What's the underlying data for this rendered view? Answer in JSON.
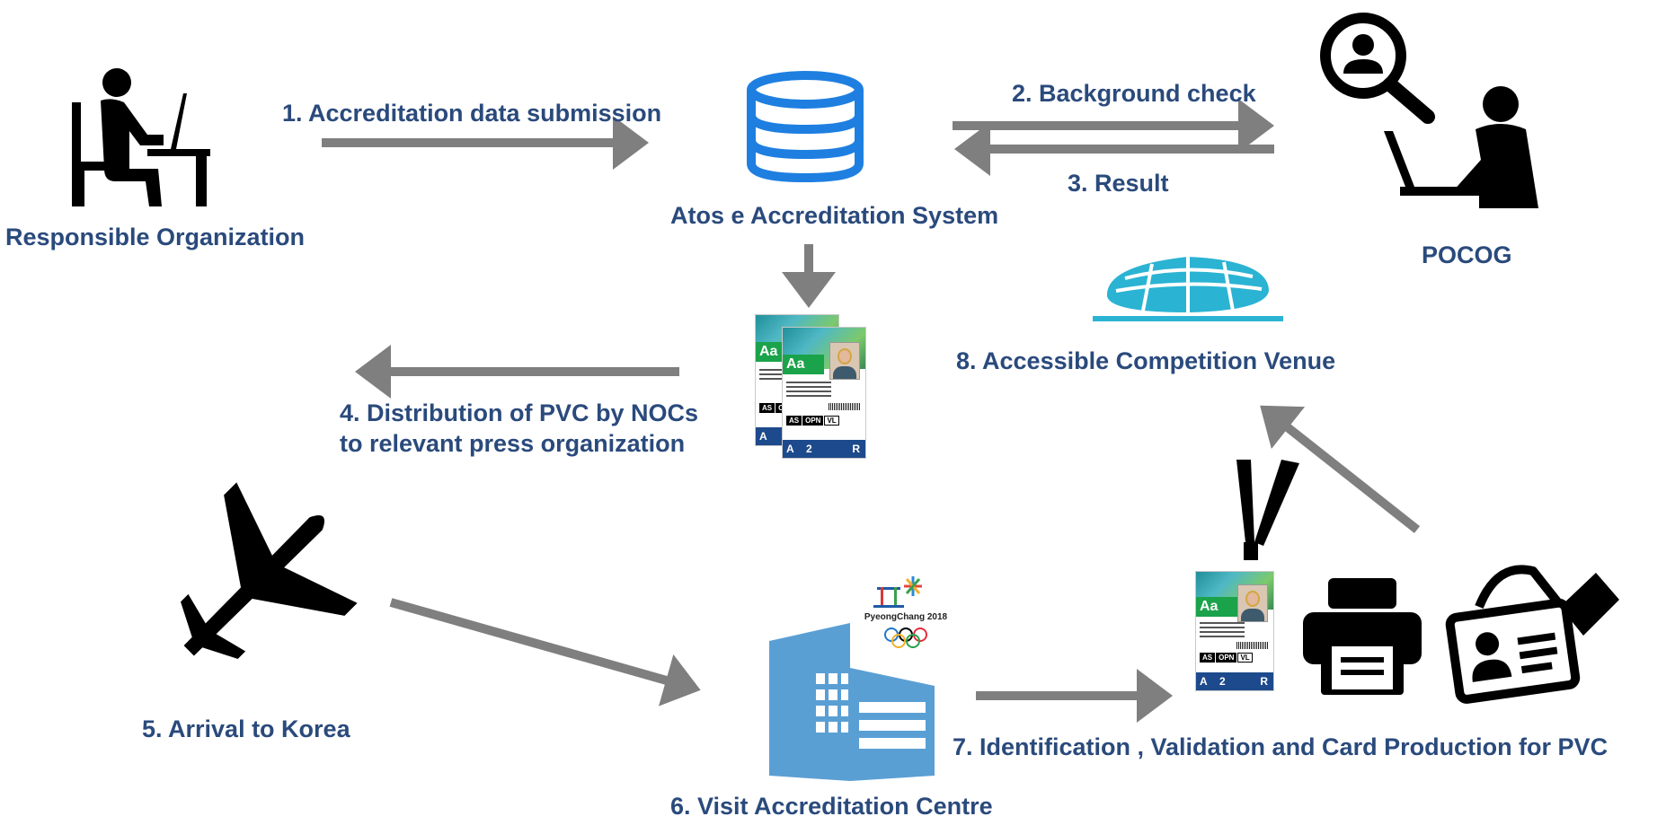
{
  "labels": {
    "responsible_org": "Responsible Organization",
    "step1": "1. Accreditation data submission",
    "system": "Atos e Accreditation System",
    "step2": "2. Background check",
    "step3": "3. Result",
    "pocog": "POCOG",
    "step8": "8. Accessible Competition Venue",
    "step4_line1": "4. Distribution of PVC by NOCs",
    "step4_line2": "to relevant press organization",
    "step5": "5. Arrival to Korea",
    "step6": "6. Visit Accreditation Centre",
    "step7": "7. Identification , Validation and Card Production for PVC"
  },
  "card": {
    "code": "Aa",
    "tag1": "AS",
    "tag2": "OPN",
    "tag3": "VL",
    "footer_left": "A",
    "footer_mid": "2",
    "footer_right": "R"
  },
  "logo": {
    "text": "PyeongChang 2018"
  },
  "colors": {
    "label": "#2a4a7c",
    "arrow": "#7f7f7f",
    "database": "#1e7fe0",
    "building": "#5a9fd4",
    "icon": "#000000"
  },
  "icons": [
    "person-at-desk-icon",
    "database-icon",
    "accreditation-card-icon",
    "magnifier-person-icon",
    "person-laptop-icon",
    "stadium-icon",
    "airplane-icon",
    "building-icon",
    "pyeongchang-logo",
    "lanyard-badge-icon",
    "printer-icon",
    "id-card-hand-icon"
  ]
}
